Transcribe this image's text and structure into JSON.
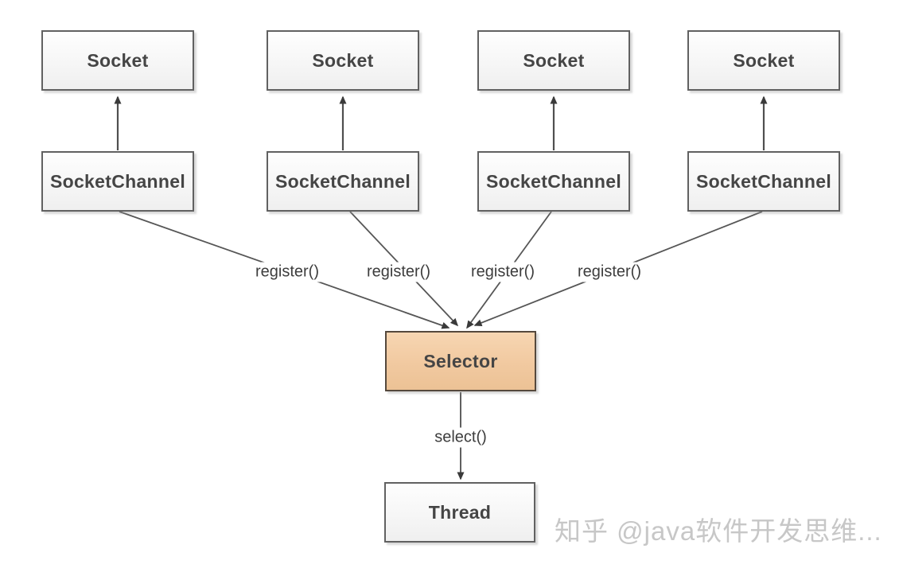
{
  "diagram": {
    "title_hint": "Java NIO single-thread Selector model",
    "columns": [
      {
        "socket": "Socket",
        "socket_channel": "SocketChannel"
      },
      {
        "socket": "Socket",
        "socket_channel": "SocketChannel"
      },
      {
        "socket": "Socket",
        "socket_channel": "SocketChannel"
      },
      {
        "socket": "Socket",
        "socket_channel": "SocketChannel"
      }
    ],
    "selector": "Selector",
    "thread": "Thread",
    "edge_labels": {
      "register": [
        "register()",
        "register()",
        "register()",
        "register()"
      ],
      "select": "select()"
    },
    "watermark": "知乎 @java软件开发思维...",
    "colors": {
      "box_fill": "#f6f6f6",
      "box_border": "#616161",
      "selector_fill": "#f1c9a0",
      "selector_border": "#55493d",
      "line": "#4f4f4f",
      "arrow": "#3a3a3a",
      "text": "#454545",
      "watermark": "#c7c7c7"
    }
  }
}
